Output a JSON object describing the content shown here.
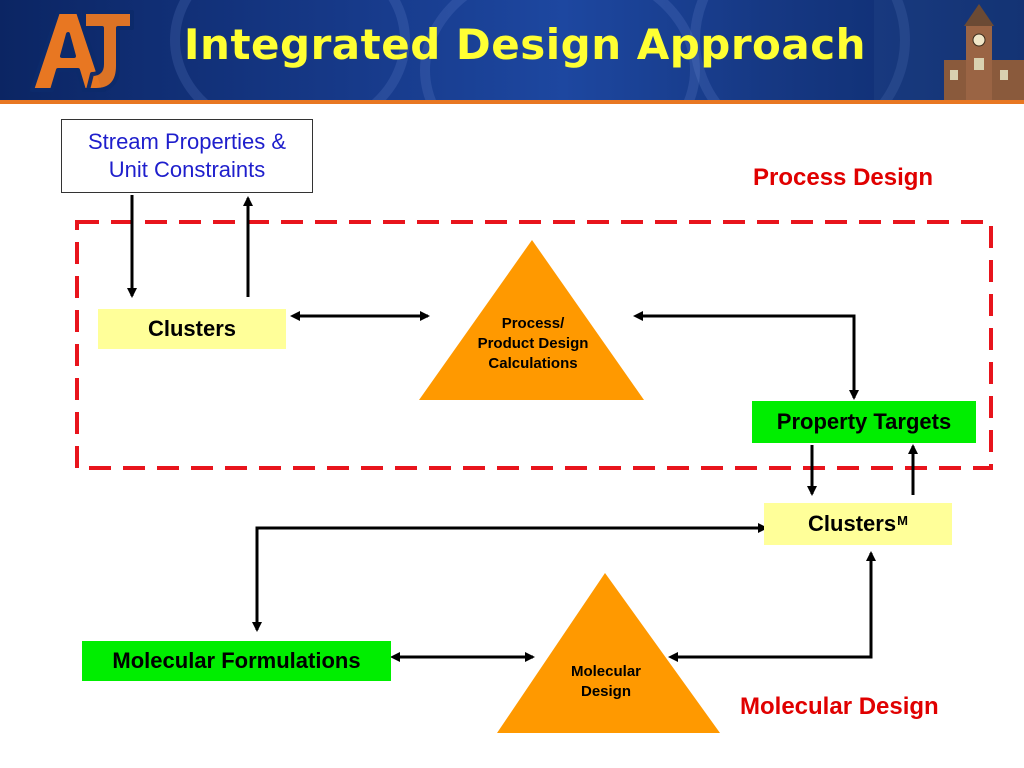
{
  "header": {
    "logo_text": "AU",
    "title": "Integrated Design Approach"
  },
  "diagram": {
    "stream_box": {
      "line1": "Stream Properties &",
      "line2": "Unit Constraints"
    },
    "process_design_label": "Process Design",
    "molecular_design_label": "Molecular Design",
    "clusters_label": "Clusters",
    "process_triangle": {
      "line1": "Process/",
      "line2": "Product Design",
      "line3": "Calculations"
    },
    "property_targets_label": "Property Targets",
    "clusters_m": {
      "label": "Clusters",
      "superscript": "M"
    },
    "molecular_formulations_label": "Molecular Formulations",
    "molecular_triangle": {
      "line1": "Molecular",
      "line2": "Design"
    }
  },
  "colors": {
    "header_blue": "#173a8a",
    "title_yellow": "#ffff33",
    "accent_orange": "#e87722",
    "dashed_red": "#e8141c",
    "triangle_orange": "#ff9900",
    "cluster_yellow": "#ffff99",
    "target_green": "#00ee00"
  }
}
